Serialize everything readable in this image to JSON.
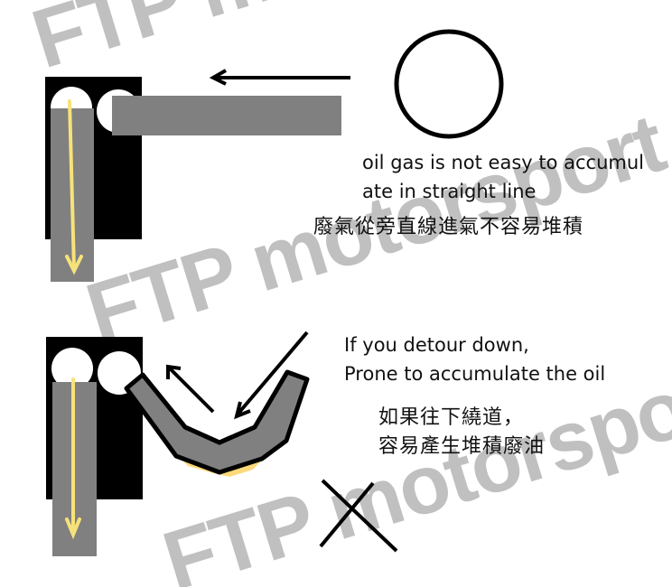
{
  "watermark": {
    "text": "FTP motorsport",
    "color": "#bdbdbd"
  },
  "top_panel": {
    "caption_en_line1": "oil gas is not easy to accumul",
    "caption_en_line2": "ate in straight line",
    "caption_zh": "廢氣從旁直線進氣不容易堆積",
    "symbol": "circle-correct"
  },
  "bottom_panel": {
    "caption_en_line1": "If you detour down,",
    "caption_en_line2": "Prone to accumulate the oil",
    "caption_zh_line1": "如果往下繞道，",
    "caption_zh_line2": "容易產生堆積廢油",
    "symbol": "cross-incorrect"
  },
  "colors": {
    "engine_block": "#000000",
    "pipe": "#808080",
    "flow_arrow": "#f7e27a",
    "oil": "#fcd97a",
    "line": "#000000"
  }
}
